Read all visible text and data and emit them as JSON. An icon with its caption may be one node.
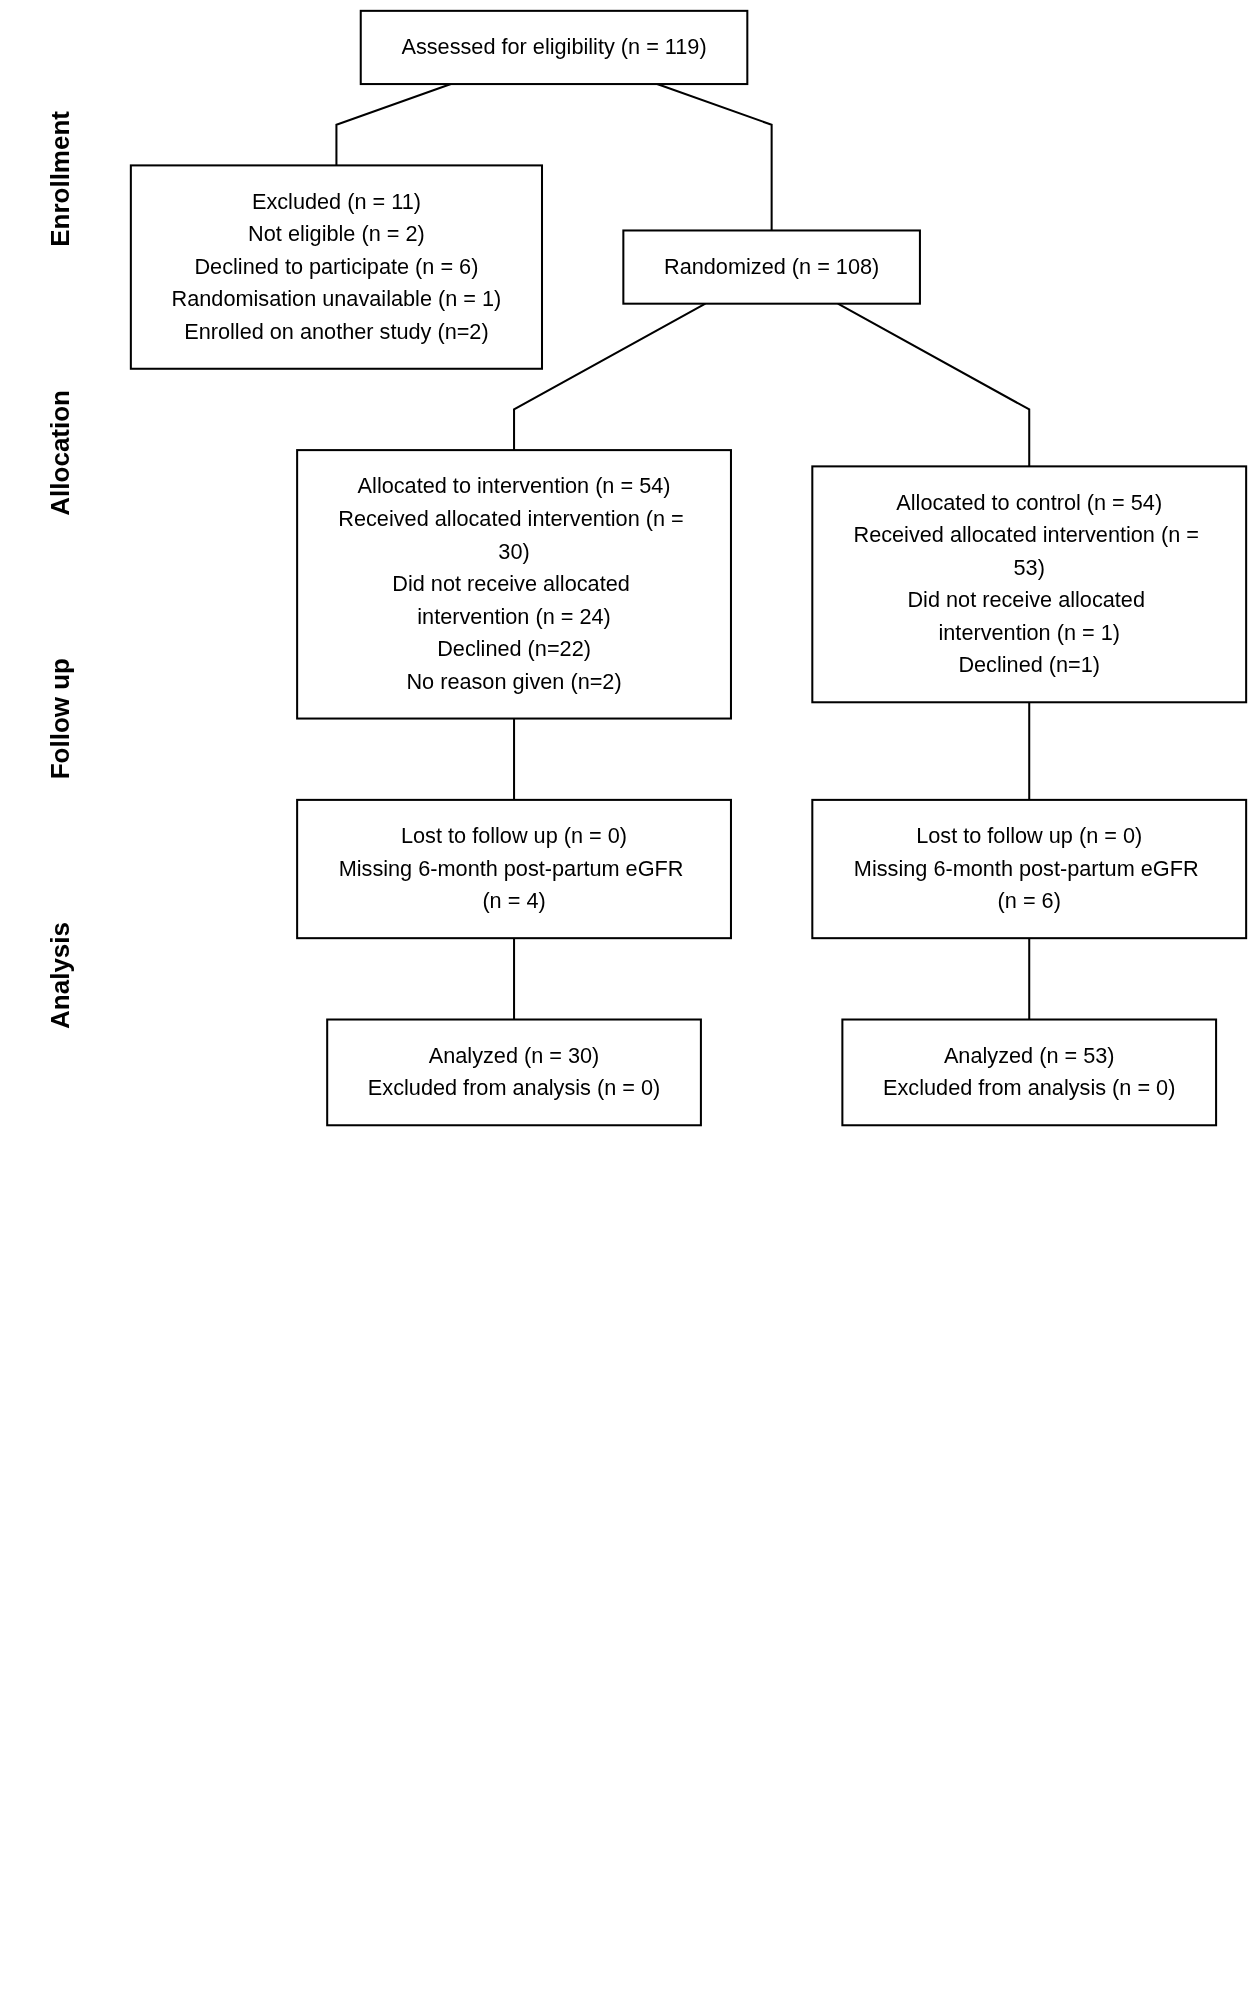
{
  "diagram": {
    "nodes": [
      {
        "text": [
          "Assessed for eligibility (n = 119)"
        ]
      },
      {
        "text": [
          "Excluded (n = 11)",
          "Not eligible (n = 2)",
          "Declined to participate (n = 6)",
          "Randomisation unavailable (n = 1)",
          "Enrolled on another study (n=2)"
        ]
      },
      {
        "text": [
          "Randomized (n = 108)"
        ]
      },
      {
        "text": [
          "Allocated to intervention (n = 54)",
          "Received allocated intervention (n = 30)",
          "Did not receive allocated intervention (n = 24)",
          "Declined (n=22)",
          "No reason given (n=2)"
        ]
      },
      {
        "text": [
          "Allocated to control (n = 54)",
          "Received allocated intervention (n = 53)",
          "Did not receive allocated intervention (n = 1)",
          "Declined (n=1)"
        ]
      },
      {
        "text": [
          "Lost to follow up (n = 0)",
          "Missing 6-month post-partum eGFR (n = 4)"
        ]
      },
      {
        "text": [
          "Lost to follow up (n = 0)",
          "Missing 6-month post-partum eGFR (n = 6)"
        ]
      },
      {
        "text": [
          "Analyzed (n = 30)",
          "Excluded from analysis (n = 0)"
        ]
      },
      {
        "text": [
          "Analyzed (n = 53)",
          "Excluded from analysis (n = 0)"
        ]
      }
    ],
    "edges": [
      {
        "from": 0,
        "to": 1,
        "arrow": "none"
      },
      {
        "from": 0,
        "to": 2,
        "arrow": "none"
      },
      {
        "from": 2,
        "to": 3,
        "arrow": "none"
      },
      {
        "from": 2,
        "to": 4,
        "arrow": "none"
      },
      {
        "from": 3,
        "to": 5,
        "arrow": "none"
      },
      {
        "from": 4,
        "to": 6,
        "arrow": "none"
      },
      {
        "from": 5,
        "to": 7,
        "arrow": "none"
      },
      {
        "from": 6,
        "to": 8,
        "arrow": "none"
      }
    ],
    "labels": [
      "Enrollment",
      "Allocation",
      "Follow up",
      "Analysis"
    ]
  }
}
